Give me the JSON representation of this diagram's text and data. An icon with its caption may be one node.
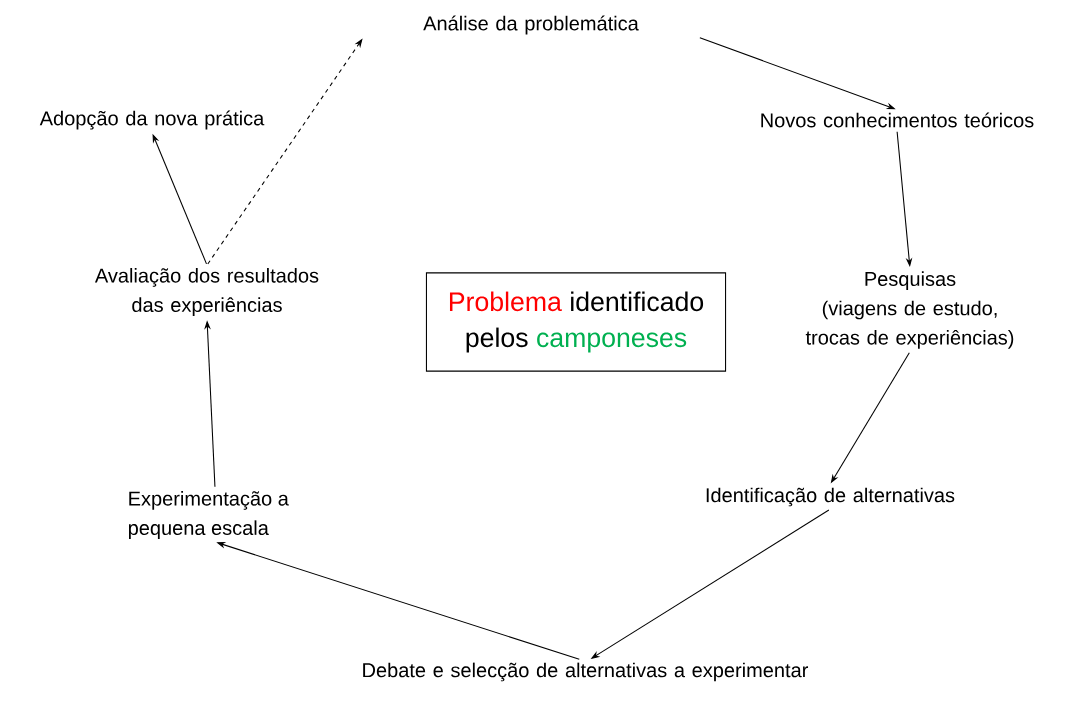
{
  "diagram": {
    "nodes": [
      {
        "text": [
          "Análise da problemática"
        ]
      },
      {
        "text": [
          "Novos conhecimentos teóricos"
        ]
      },
      {
        "text": [
          "Pesquisas",
          "(viagens de estudo, trocas de experiências)"
        ]
      },
      {
        "text": [
          "Identificação de alternativas"
        ]
      },
      {
        "text": [
          "Debate e selecção de alternativas a experimentar"
        ]
      },
      {
        "text": [
          "Experimentação a pequena escala"
        ]
      },
      {
        "text": [
          "Avaliação dos resultados das experiências"
        ]
      },
      {
        "text": [
          "Adopção da nova prática"
        ]
      },
      {
        "text": [
          "Problema",
          "identificado",
          "pelos",
          "camponeses"
        ]
      }
    ],
    "edges": [
      {
        "from": 0,
        "to": 1,
        "arrow": "to"
      },
      {
        "from": 1,
        "to": 2,
        "arrow": "to"
      },
      {
        "from": 2,
        "to": 3,
        "arrow": "to"
      },
      {
        "from": 3,
        "to": 4,
        "arrow": "to"
      },
      {
        "from": 4,
        "to": 5,
        "arrow": "to"
      },
      {
        "from": 5,
        "to": 6,
        "arrow": "to"
      },
      {
        "from": 6,
        "to": 7,
        "arrow": "to"
      },
      {
        "from": 6,
        "to": 0,
        "arrow": "to",
        "style": "dashed"
      }
    ]
  }
}
